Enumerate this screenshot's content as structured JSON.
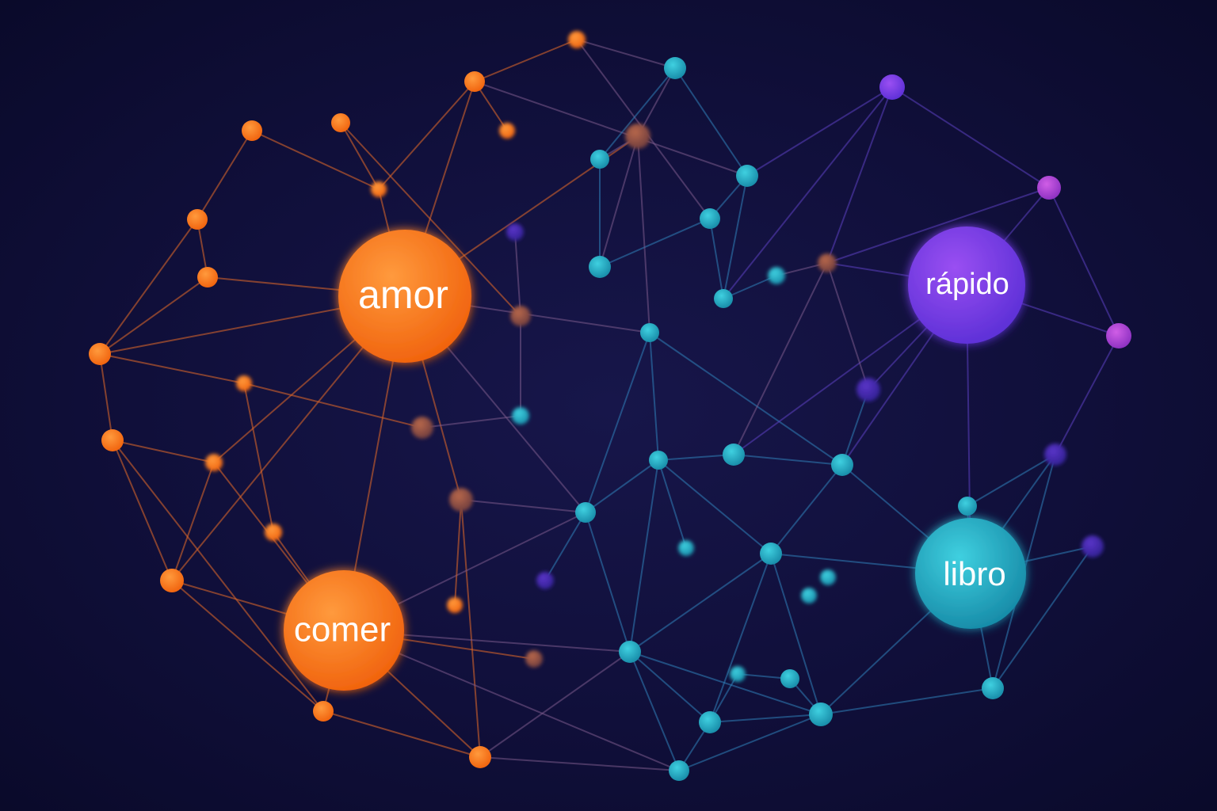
{
  "diagram": {
    "background_color": "#100f3a",
    "palette": {
      "orange": "#ff7a1a",
      "teal": "#22b3c9",
      "purple": "#7b3df0",
      "magenta": "#b046d8"
    },
    "hubs": [
      {
        "id": "amor",
        "label": "amor",
        "color": "orange"
      },
      {
        "id": "comer",
        "label": "comer",
        "color": "orange"
      },
      {
        "id": "rapido",
        "label": "rápido",
        "color": "purple"
      },
      {
        "id": "libro",
        "label": "libro",
        "color": "teal"
      }
    ]
  }
}
